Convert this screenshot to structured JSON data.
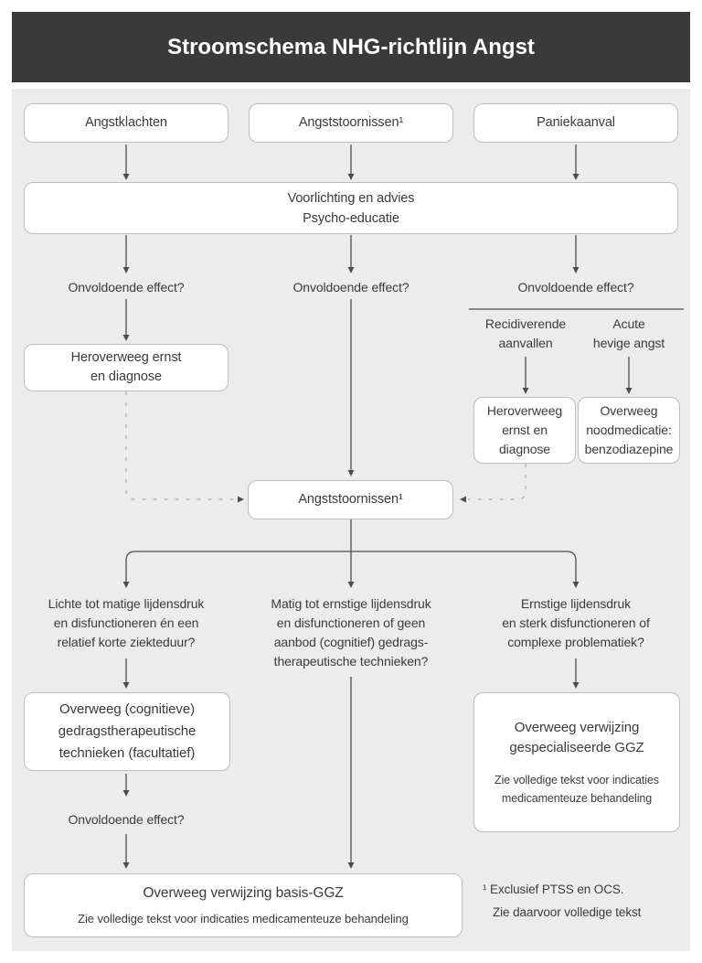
{
  "title": "Stroomschema NHG-richtlijn Angst",
  "colors": {
    "header_bg": "#3a3a3a",
    "canvas_bg": "#ececec",
    "box_fill": "#ffffff",
    "box_border": "#bcbcbc",
    "line": "#4d4d4d",
    "dashed_line": "#a8a8a8",
    "text": "#3b3b3b",
    "title_text": "#ffffff"
  },
  "nodes": {
    "angstklachten": "Angstklachten",
    "angststoornissen_top": "Angststoornissen¹",
    "paniekaanval": "Paniekaanval",
    "voorlichting": "Voorlichting en advies\nPsycho-educatie",
    "onvoldoende_effect_links": "Onvoldoende effect?",
    "onvoldoende_effect_midden": "Onvoldoende effect?",
    "onvoldoende_effect_rechts": "Onvoldoende effect?",
    "heroverweeg_links": "Heroverweeg ernst\nen diagnose",
    "recidiverende_aanvallen": "Recidiverende\naanvallen",
    "acute_hevige_angst": "Acute\nhevige angst",
    "heroverweeg_rechts": "Heroverweeg\nernst en\ndiagnose",
    "noodmedicatie": "Overweeg\nnoodmedicatie:\nbenzodiazepine",
    "angststoornissen_midden": "Angststoornissen¹",
    "vraag_links": "Lichte tot matige lijdensdruk\nen disfunctioneren én een\nrelatief korte ziekteduur?",
    "vraag_midden": "Matig tot ernstige lijdensdruk\nen disfunctioneren of geen\naanbod (cognitief) gedrags-\ntherapeutische technieken?",
    "vraag_rechts": "Ernstige lijdensdruk\nen sterk disfunctioneren of\ncomplexe problematiek?",
    "overweeg_cognitieve": "Overweeg (cognitieve)\ngedragstherapeutische\ntechnieken (facultatief)",
    "overweeg_gespecialiseerd_titel": "Overweeg verwijzing\ngespecialiseerde GGZ",
    "overweeg_gespecialiseerd_sub": "Zie volledige tekst voor indicaties\nmedicamenteuze behandeling",
    "onvoldoende_effect_links2": "Onvoldoende effect?",
    "basis_ggz_titel": "Overweeg verwijzing basis-GGZ",
    "basis_ggz_sub": "Zie volledige tekst voor indicaties medicamenteuze behandeling",
    "voetnoot_regel1": "¹ Exclusief PTSS en OCS.",
    "voetnoot_regel2": "Zie daarvoor volledige tekst"
  }
}
